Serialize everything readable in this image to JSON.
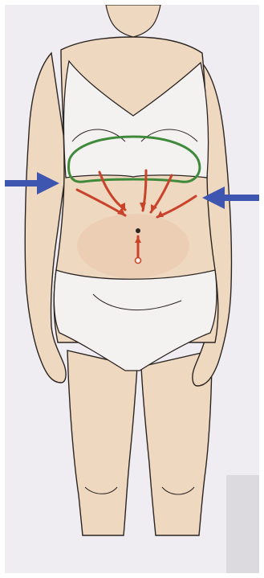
{
  "image": {
    "subject": "illustration",
    "colors": {
      "paper": "#efedf2",
      "paper_shadow": "#d9d6dc",
      "skin": "#efd8c0",
      "skin_shade": "#e6c4a4",
      "line": "#2b2522",
      "underwear": "#f4f1f1",
      "green_outline": "#3f8a3a",
      "blue_arrow": "#3f56b0",
      "red_arrow": "#c9432b"
    },
    "icons": [
      "blue-arrow-left",
      "blue-arrow-right",
      "red-arrow"
    ]
  }
}
